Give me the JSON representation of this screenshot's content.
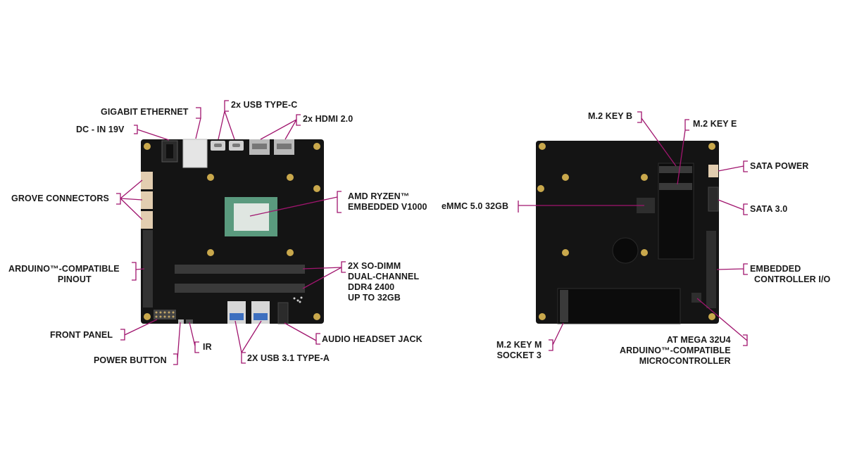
{
  "colors": {
    "board": "#141414",
    "leader": "#a0156e",
    "cpu_frame": "#5a9a7e",
    "cpu_die": "#dfe6e1",
    "hole": "#c9a84c",
    "slot": "#3a3a3a"
  },
  "front": {
    "gigabit_ethernet": "GIGABIT ETHERNET",
    "dc_in": "DC - IN 19V",
    "usb_type_c": "2x USB TYPE-C",
    "hdmi": "2x HDMI 2.0",
    "grove": "GROVE CONNECTORS",
    "arduino_pinout": [
      "ARDUINO™-COMPATIBLE",
      "PINOUT"
    ],
    "front_panel": "FRONT PANEL",
    "power_button": "POWER BUTTON",
    "ir": "IR",
    "usb31": "2X USB 3.1 TYPE-A",
    "audio": "AUDIO HEADSET JACK",
    "cpu": [
      "AMD RYZEN™",
      "EMBEDDED V1000"
    ],
    "sodimm": [
      "2X SO-DIMM",
      "DUAL-CHANNEL",
      "DDR4 2400",
      "UP TO 32GB"
    ]
  },
  "back": {
    "emmc": "eMMC 5.0 32GB",
    "m2b": "M.2 KEY B",
    "m2e": "M.2 KEY E",
    "sata_power": "SATA POWER",
    "sata30": "SATA 3.0",
    "ec": [
      "EMBEDDED",
      "CONTROLLER I/O"
    ],
    "m2m": [
      "M.2 KEY M",
      "SOCKET 3"
    ],
    "mcu": [
      "AT MEGA 32U4",
      "ARDUINO™-COMPATIBLE",
      "MICROCONTROLLER"
    ]
  }
}
